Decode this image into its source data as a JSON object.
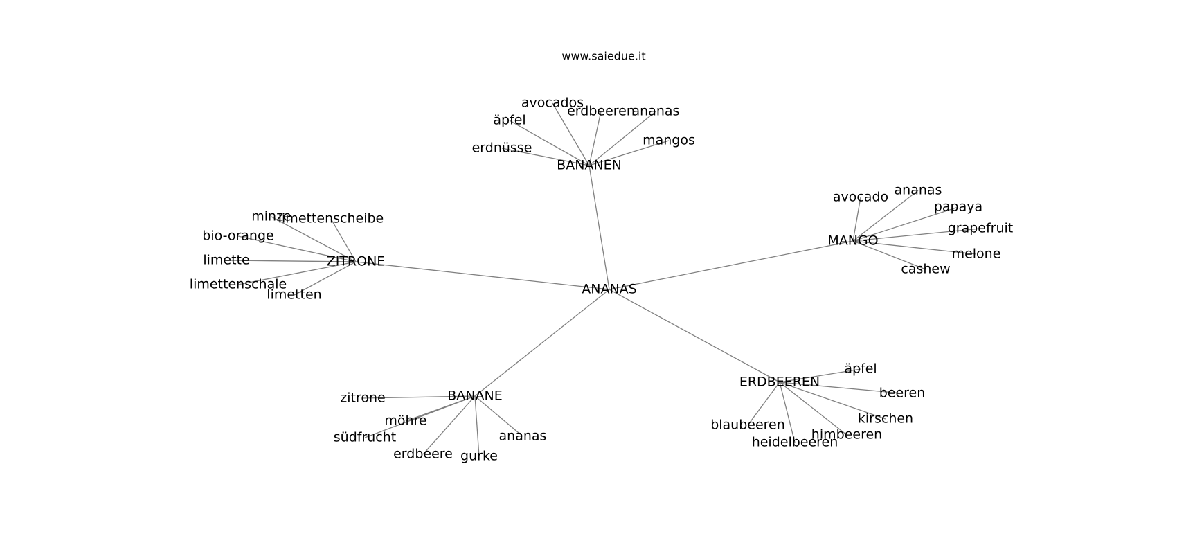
{
  "source": "www.saiedue.it",
  "graph": {
    "center": "ANANAS",
    "clusters": [
      {
        "hub": "BANANEN",
        "leaves": [
          "avocados",
          "äpfel",
          "erdbeeren",
          "ananas",
          "mangos",
          "erdnüsse"
        ]
      },
      {
        "hub": "MANGO",
        "leaves": [
          "avocado",
          "ananas",
          "papaya",
          "grapefruit",
          "melone",
          "cashew"
        ]
      },
      {
        "hub": "ZITRONE",
        "leaves": [
          "minze",
          "limettenscheibe",
          "bio-orange",
          "limette",
          "limettenschale",
          "limetten"
        ]
      },
      {
        "hub": "BANANE",
        "leaves": [
          "zitrone",
          "möhre",
          "südfrucht",
          "erdbeere",
          "gurke",
          "ananas"
        ]
      },
      {
        "hub": "ERDBEEREN",
        "leaves": [
          "äpfel",
          "beeren",
          "kirschen",
          "himbeeren",
          "heidelbeeren",
          "blaubeeren"
        ]
      }
    ]
  }
}
